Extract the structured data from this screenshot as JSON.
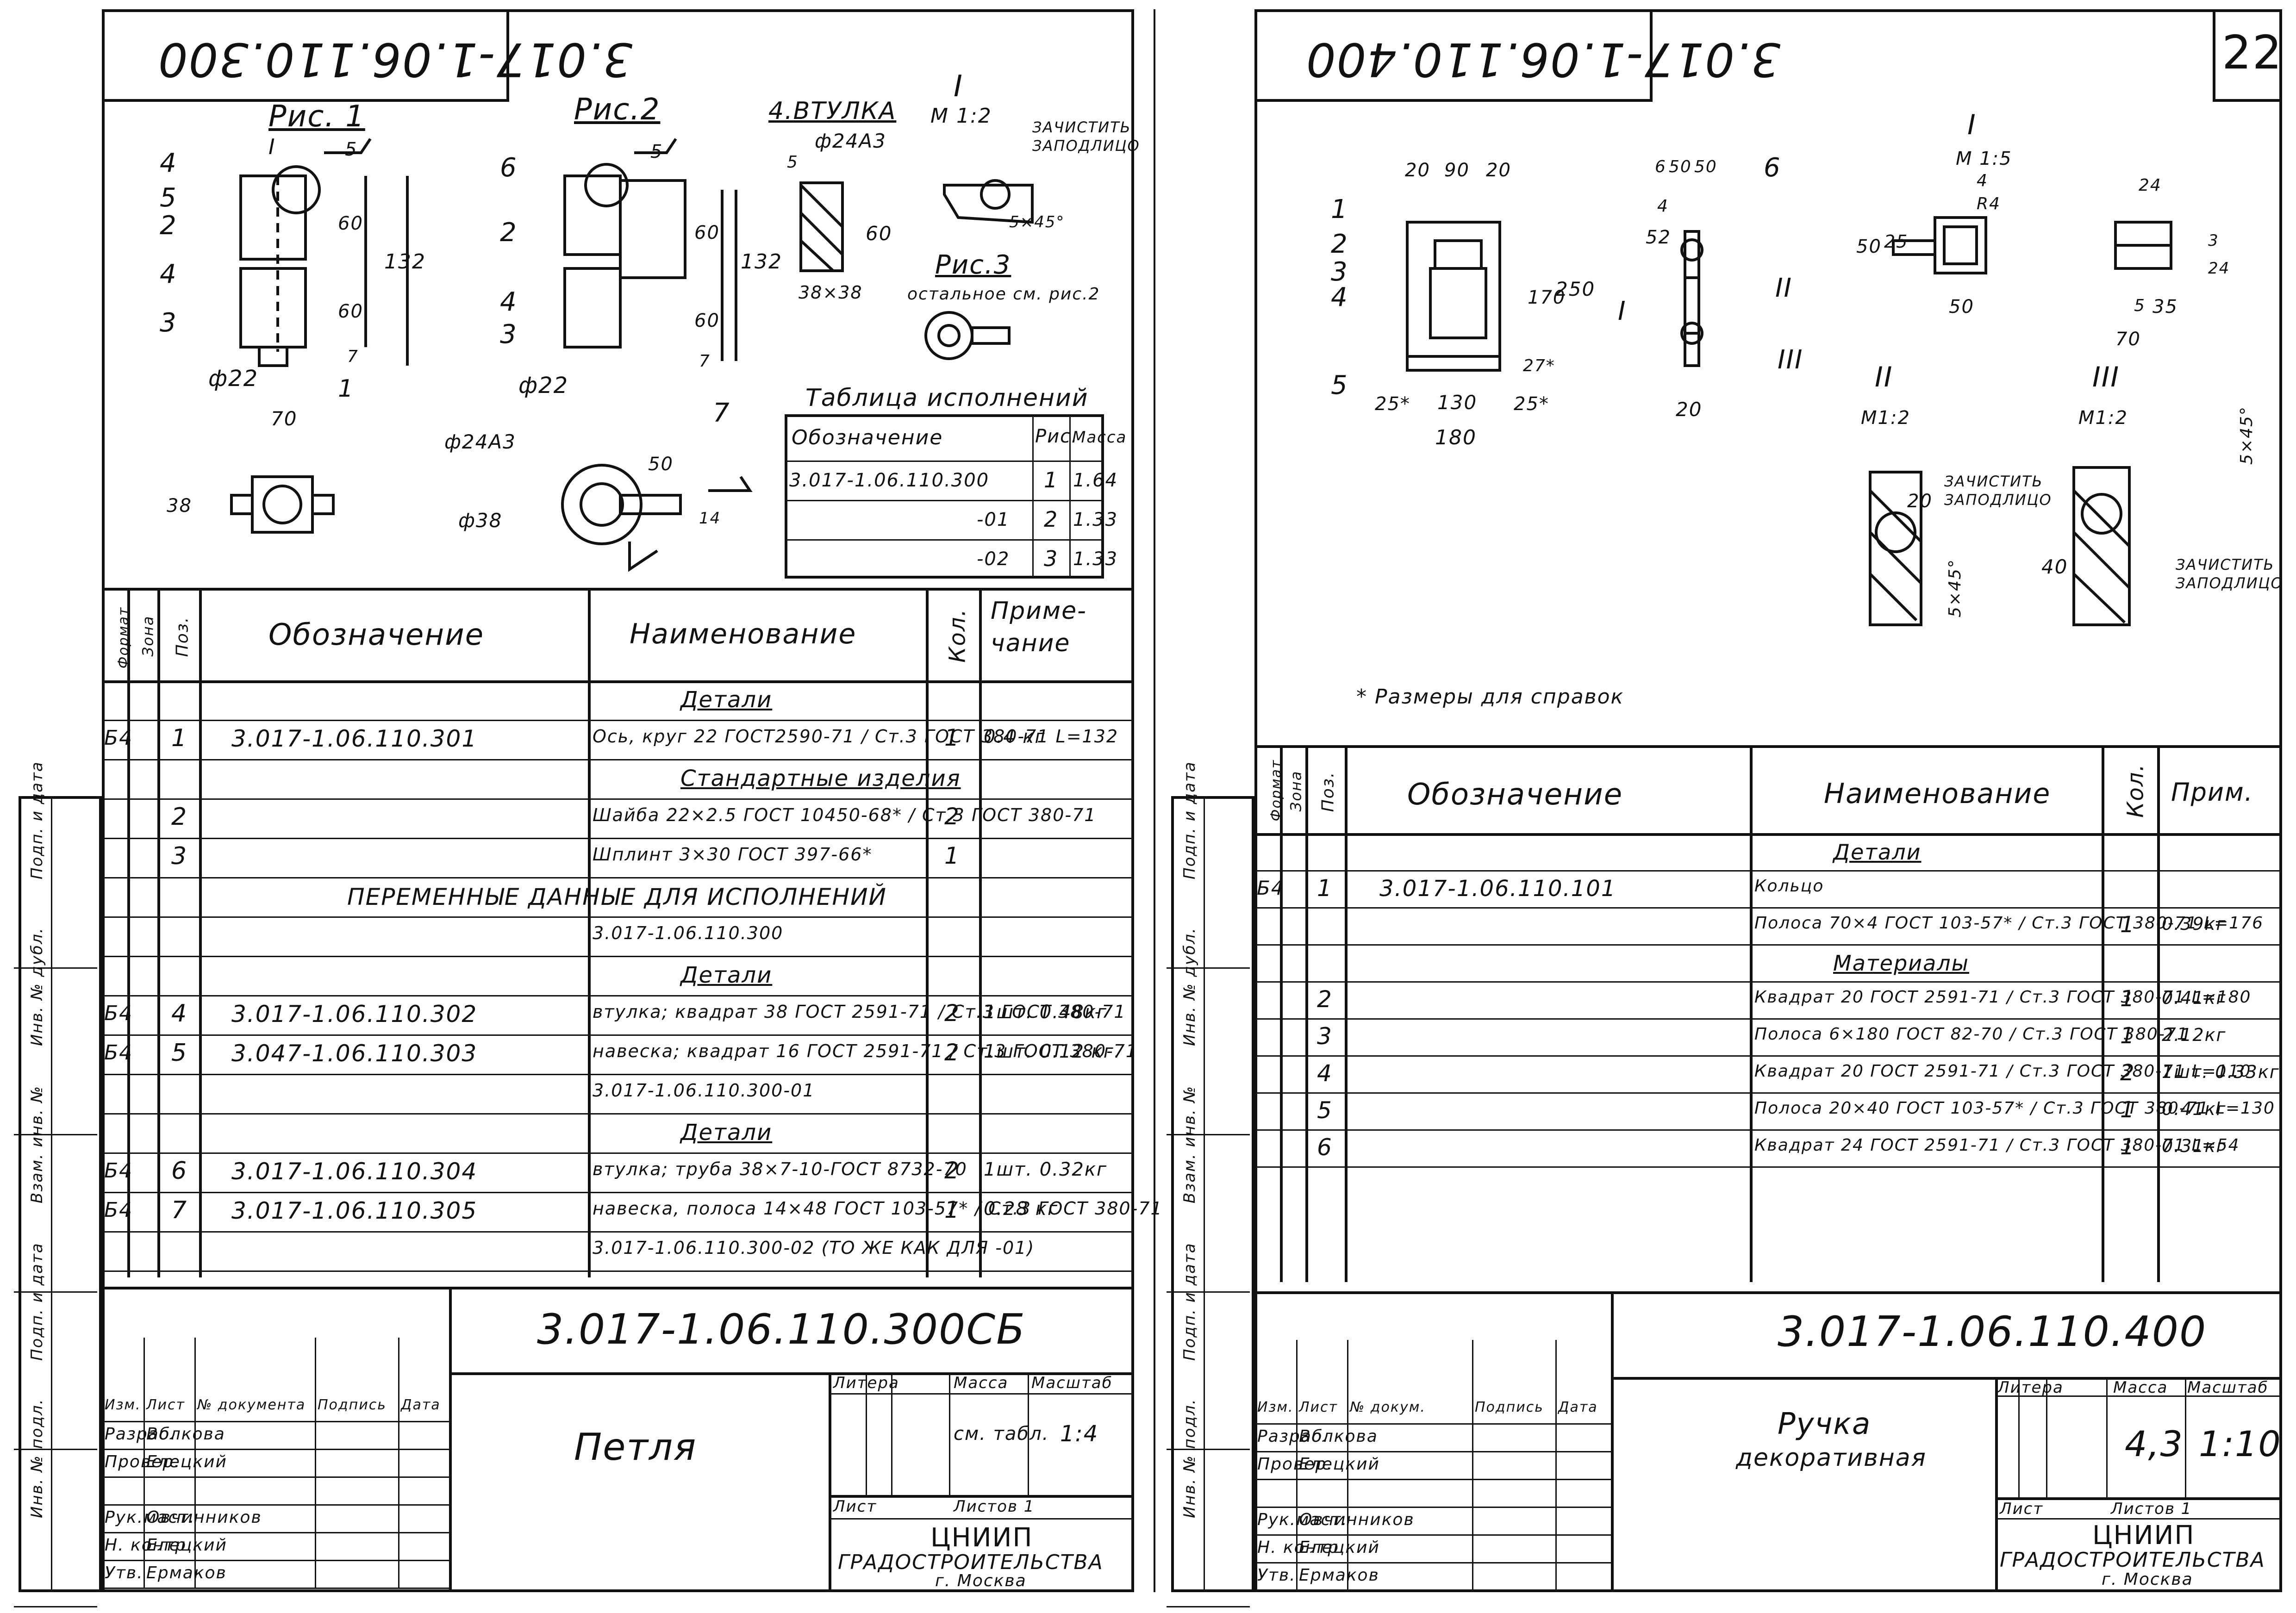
{
  "left": {
    "stamp": "3.017-1.06.110.300",
    "fig1": "Рис. 1",
    "fig2": "Рис.2",
    "fig3": "Рис.3",
    "fig3_note": "остальное см. рис.2",
    "vtulka": "4.ВТУЛКА",
    "view1": "I",
    "view1_scale": "М 1:2",
    "clean": "ЗАЧИСТИТЬ ЗАПОДЛИЦО",
    "dims": {
      "d24": "ф24А3",
      "d60": "60",
      "d5": "5",
      "d38x38": "38×38",
      "d5x45": "5×45°",
      "l60a": "60",
      "l60b": "60",
      "l132": "132",
      "l7": "7",
      "d22": "ф22",
      "n1": "1",
      "r60a": "60",
      "r60b": "60",
      "r132": "132",
      "r7": "7",
      "r22": "ф22",
      "w70": "70",
      "h38": "38",
      "d24b": "ф24А3",
      "d38": "ф38",
      "w50": "50",
      "w14": "14",
      "weld5": "5"
    },
    "pos_fig1": [
      "4",
      "5",
      "2",
      "4",
      "3"
    ],
    "pos_fig2": [
      "6",
      "2",
      "4",
      "3",
      "7"
    ],
    "pos_I": "I",
    "exec_table": {
      "title": "Таблица исполнений",
      "headers": [
        "Обозначение",
        "Рис.",
        "Масса"
      ],
      "rows": [
        [
          "3.017-1.06.110.300",
          "1",
          "1.64"
        ],
        [
          "-01",
          "2",
          "1.33"
        ],
        [
          "-02",
          "3",
          "1.33"
        ]
      ]
    },
    "spec": {
      "headers": [
        "Формат",
        "Зона",
        "Поз.",
        "Обозначение",
        "Наименование",
        "Кол.",
        "Приме-чание"
      ],
      "rows": [
        {
          "fmt": "",
          "pos": "",
          "code": "",
          "name": "Детали",
          "qty": "",
          "note": "",
          "section": true
        },
        {
          "fmt": "Б4",
          "pos": "1",
          "code": "3.017-1.06.110.301",
          "name": "Ось, круг 22 ГОСТ2590-71 / Ст.3 ГОСТ 380-71 L=132",
          "qty": "1",
          "note": "0.4 кг"
        },
        {
          "fmt": "",
          "pos": "",
          "code": "",
          "name": "Стандартные изделия",
          "qty": "",
          "note": "",
          "section": true
        },
        {
          "fmt": "",
          "pos": "2",
          "code": "",
          "name": "Шайба 22×2.5 ГОСТ 10450-68* / Ст.3 ГОСТ 380-71",
          "qty": "2",
          "note": ""
        },
        {
          "fmt": "",
          "pos": "3",
          "code": "",
          "name": "Шплинт 3×30 ГОСТ 397-66*",
          "qty": "1",
          "note": ""
        },
        {
          "fmt": "",
          "pos": "",
          "code": "",
          "name": "ПЕРЕМЕННЫЕ ДАННЫЕ ДЛЯ ИСПОЛНЕНИЙ",
          "qty": "",
          "note": "",
          "wide": true
        },
        {
          "fmt": "",
          "pos": "",
          "code": "",
          "name": "3.017-1.06.110.300",
          "qty": "",
          "note": ""
        },
        {
          "fmt": "",
          "pos": "",
          "code": "",
          "name": "Детали",
          "qty": "",
          "note": "",
          "section": true
        },
        {
          "fmt": "Б4",
          "pos": "4",
          "code": "3.017-1.06.110.302",
          "name": "втулка; квадрат 38 ГОСТ 2591-71 / Ст.3 ГОСТ 380-71",
          "qty": "2",
          "note": "1шт. 0.48кг"
        },
        {
          "fmt": "Б4",
          "pos": "5",
          "code": "3.047-1.06.110.303",
          "name": "навеска; квадрат 16 ГОСТ 2591-71 / Ст.3 ГОСТ 380-71",
          "qty": "2",
          "note": "1шт. 0.12 кг."
        },
        {
          "fmt": "",
          "pos": "",
          "code": "",
          "name": "3.017-1.06.110.300-01",
          "qty": "",
          "note": ""
        },
        {
          "fmt": "",
          "pos": "",
          "code": "",
          "name": "Детали",
          "qty": "",
          "note": "",
          "section": true
        },
        {
          "fmt": "Б4",
          "pos": "6",
          "code": "3.017-1.06.110.304",
          "name": "втулка; труба 38×7-10-ГОСТ 8732-70",
          "qty": "2",
          "note": "1шт. 0.32кг"
        },
        {
          "fmt": "Б4",
          "pos": "7",
          "code": "3.017-1.06.110.305",
          "name": "навеска, полоса 14×48 ГОСТ 103-57* / Ст.3 ГОСТ 380-71",
          "qty": "1",
          "note": "0.28 кг"
        },
        {
          "fmt": "",
          "pos": "",
          "code": "",
          "name": "3.017-1.06.110.300-02 (ТО ЖЕ КАК ДЛЯ -01)",
          "qty": "",
          "note": ""
        }
      ]
    },
    "title_block": {
      "code": "3.017-1.06.110.300СБ",
      "name": "Петля",
      "litera": "Литера",
      "massa": "Масса",
      "scale_lbl": "Масштаб",
      "mass_val": "см. табл.",
      "scale_val": "1:4",
      "sheet": "Лист",
      "sheets": "Листов 1",
      "org1": "ЦНИИП",
      "org2": "ГРАДОСТРОИТЕЛЬСТВА",
      "org3": "г. Москва",
      "roles": [
        [
          "Изм.",
          "Лист",
          "№ документа",
          "Подпись",
          "Дата"
        ],
        [
          "Разраб.",
          "Волкова",
          "",
          "",
          ""
        ],
        [
          "Провер.",
          "Елецкий",
          "",
          "",
          ""
        ],
        [
          "",
          "",
          "",
          "",
          ""
        ],
        [
          "Рук.маст.",
          "Овчинников",
          "",
          "",
          ""
        ],
        [
          "Н. контр.",
          "Елецкий",
          "",
          "",
          ""
        ],
        [
          "Утв.",
          "Ермаков",
          "",
          "",
          ""
        ]
      ]
    },
    "side_labels": [
      "Подп. и дата",
      "Инв. № дубл.",
      "Взам. инв. №",
      "Подп. и дата",
      "Инв. № подл."
    ]
  },
  "right": {
    "stamp": "3.017-1.06.110.400",
    "sheet_no": "22",
    "view1": "I",
    "view1_scale": "М 1:5",
    "view2": "II",
    "view2_scale": "М1:2",
    "view3": "III",
    "view3_scale": "М1:2",
    "clean": "ЗАЧИСТИТЬ ЗАПОДЛИЦО",
    "ref_note": "* Размеры для справок",
    "dims": {
      "a20": "20",
      "a90": "90",
      "a20b": "20",
      "h170": "170",
      "h250": "250",
      "h27": "27*",
      "w25a": "25*",
      "w130": "130",
      "w25b": "25*",
      "w180": "180",
      "s6": "6",
      "s50": "50",
      "s50b": "50",
      "s52": "52",
      "s20": "20",
      "i50": "50",
      "i25": "25",
      "i4": "4",
      "iR4": "R4",
      "i50b": "50",
      "i24": "24",
      "i3": "3",
      "i24b": "24",
      "i35": "35",
      "i70": "70",
      "ii20": "20",
      "ii5x45": "5×45°",
      "iii40": "40",
      "iii5x45": "5×45°",
      "weld4": "4",
      "weld5": "5"
    },
    "pos_main": [
      "1",
      "2",
      "3",
      "4",
      "5"
    ],
    "pos_side": [
      "6",
      "I",
      "II",
      "III"
    ],
    "spec": {
      "headers": [
        "Формат",
        "Зона",
        "Поз.",
        "Обозначение",
        "Наименование",
        "Кол.",
        "Прим."
      ],
      "rows": [
        {
          "fmt": "",
          "pos": "",
          "code": "",
          "name": "Детали",
          "qty": "",
          "note": "",
          "section": true
        },
        {
          "fmt": "Б4",
          "pos": "1",
          "code": "3.017-1.06.110.101",
          "name": "Кольцо",
          "qty": "",
          "note": ""
        },
        {
          "fmt": "",
          "pos": "",
          "code": "",
          "name": "Полоса 70×4 ГОСТ 103-57* / Ст.3 ГОСТ 380-71 L=176",
          "qty": "1",
          "note": "0.39кг"
        },
        {
          "fmt": "",
          "pos": "",
          "code": "",
          "name": "Материалы",
          "qty": "",
          "note": "",
          "section": true
        },
        {
          "fmt": "",
          "pos": "2",
          "code": "",
          "name": "Квадрат 20 ГОСТ 2591-71 / Ст.3 ГОСТ 380-71 L=180",
          "qty": "1",
          "note": "0.41кг"
        },
        {
          "fmt": "",
          "pos": "3",
          "code": "",
          "name": "Полоса 6×180 ГОСТ 82-70 / Ст.3 ГОСТ 380-71",
          "qty": "1",
          "note": "2.12кг"
        },
        {
          "fmt": "",
          "pos": "4",
          "code": "",
          "name": "Квадрат 20 ГОСТ 2591-71 / Ст.3 ГОСТ 380-71 L=110",
          "qty": "2",
          "note": "1шт. 0.33кг"
        },
        {
          "fmt": "",
          "pos": "5",
          "code": "",
          "name": "Полоса 20×40 ГОСТ 103-57* / Ст.3 ГОСТ 380-71 L=130",
          "qty": "1",
          "note": "0.41кг"
        },
        {
          "fmt": "",
          "pos": "6",
          "code": "",
          "name": "Квадрат 24 ГОСТ 2591-71 / Ст.3 ГОСТ 380-71 L=54",
          "qty": "1",
          "note": "0.31кг"
        }
      ]
    },
    "title_block": {
      "code": "3.017-1.06.110.400",
      "name1": "Ручка",
      "name2": "декоративная",
      "litera": "Литера",
      "massa": "Масса",
      "scale_lbl": "Масштаб",
      "mass_val": "4,3",
      "scale_val": "1:10",
      "sheet": "Лист",
      "sheets": "Листов 1",
      "org1": "ЦНИИП",
      "org2": "ГРАДОСТРОИТЕЛЬСТВА",
      "org3": "г. Москва",
      "roles": [
        [
          "Изм.",
          "Лист",
          "№ докум.",
          "Подпись",
          "Дата"
        ],
        [
          "Разраб.",
          "Волкова",
          "",
          "",
          ""
        ],
        [
          "Провер.",
          "Елецкий",
          "",
          "",
          ""
        ],
        [
          "",
          "",
          "",
          "",
          ""
        ],
        [
          "Рук.маст.",
          "Овчинников",
          "",
          "",
          ""
        ],
        [
          "Н. контр.",
          "Елецкий",
          "",
          "",
          ""
        ],
        [
          "Утв.",
          "Ермаков",
          "",
          "",
          ""
        ]
      ]
    },
    "side_labels": [
      "Подп. и дата",
      "Инв. № дубл.",
      "Взам. инв. №",
      "Подп. и дата",
      "Инв. № подл."
    ]
  }
}
